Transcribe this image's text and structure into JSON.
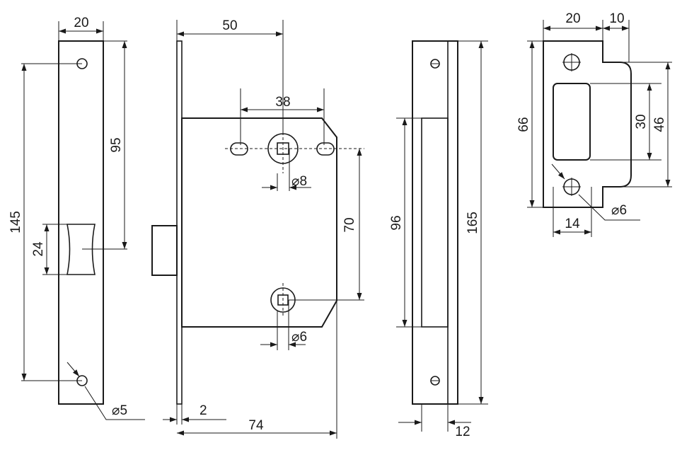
{
  "drawing": {
    "front_plate": {
      "width": "20",
      "to_handle": "95",
      "screw_spacing": "145",
      "handle_height": "24",
      "screw_hole": "⌀5"
    },
    "lock_body": {
      "to_backset": "50",
      "slot_spacing": "38",
      "spindle": "⌀8",
      "center_distance": "70",
      "key_hole": "⌀6",
      "plate_thickness": "2",
      "overall_depth": "74"
    },
    "side_view": {
      "bolt_height": "96",
      "plate_height": "165",
      "thickness": "12"
    },
    "strike_plate": {
      "width": "20",
      "lip": "10",
      "height": "66",
      "opening": "30",
      "span": "46",
      "hole_offset": "14",
      "screw_hole": "⌀6"
    }
  }
}
